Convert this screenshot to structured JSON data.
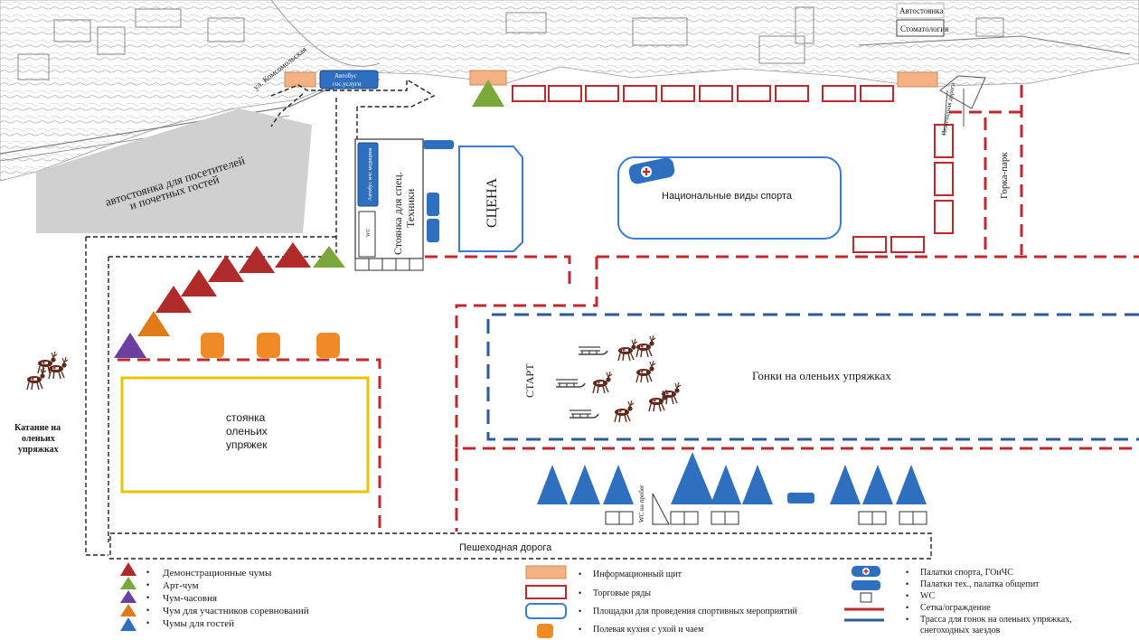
{
  "map": {
    "street_naberezhnaya": "ул. Набережная",
    "street_komsomolskaya": "ул. Комсомольская",
    "parking_visitors_line1": "автостоянка для посетителей",
    "parking_visitors_line2": "и почетных гостей",
    "parking_top": "Автостоянка",
    "dentistry": "Стоматология",
    "bus_gosuslugi_line1": "Автобус",
    "bus_gosuslugi_line2": "гос.услуги",
    "bus_small": "Автобус мчс медицина",
    "wc_small": "WC",
    "special_equipment_line1": "Стоянка для спец.",
    "special_equipment_line2": "Техники",
    "stage": "СЦЕНА",
    "national_sports": "Национальные виды спорта",
    "gorka_park": "Горка-парк",
    "pedestrian_vertical": "Пешеходная дорога",
    "start": "СТАРТ",
    "reindeer_race": "Гонки на оленьих упряжках",
    "ride_line1": "Катание на",
    "ride_line2": "оленьих",
    "ride_line3": "упряжках",
    "reindeer_parking_line1": "стоянка",
    "reindeer_parking_line2": "оленьих",
    "reindeer_parking_line3": "упряжек",
    "pedestrian_road": "Пешеходная дорога",
    "wc_sign": "WC на пробег"
  },
  "legend": {
    "demo_chums": "Демонстрационные  чумы",
    "art_chum": "Арт-чум",
    "chum_chapel": "Чум-часовня",
    "chum_participants": "Чум для участников соревнований",
    "chums_guests": "Чумы для гостей",
    "info_board": "Информационный щит",
    "trade_rows": "Торговые ряды",
    "sports_areas": "Площадки для проведения спортивных мероприятий",
    "field_kitchen": "Полевая кухня с ухой и чаем",
    "tents_sport": "Палатки спорта, ГОиЧС",
    "tents_tech": "Палатки тех., палатка общепит",
    "wc": "WC",
    "fence": "Сетка/ограждение",
    "track_line1": "Трасса для гонок на оленьих упряжках,",
    "track_line2": "снегоходных заездов"
  },
  "colors": {
    "chum_red": "#b02a2a",
    "chum_green": "#7aa83a",
    "chum_purple": "#6b3fa0",
    "chum_orange": "#e07b1a",
    "chum_blue": "#2f6fbf",
    "fence_red": "#c0282d",
    "track_blue": "#2e5a9c",
    "info_board": "#f4b183",
    "kitchen": "#f08a24",
    "bus_blue": "#2f6fbf",
    "reindeer_parking": "#e8c400"
  }
}
